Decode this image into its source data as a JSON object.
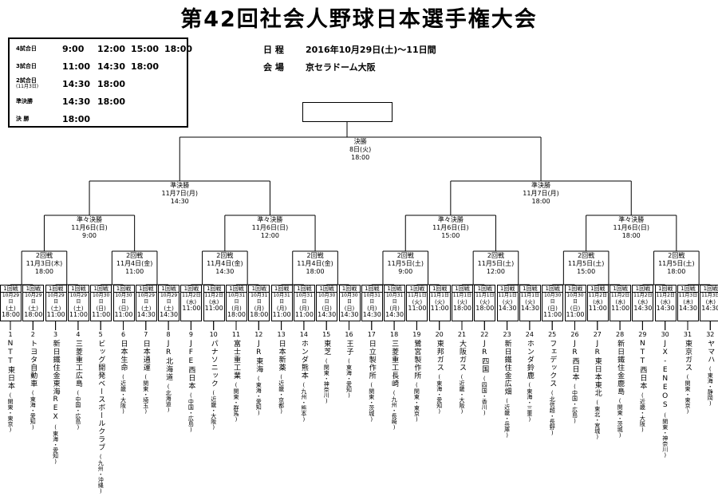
{
  "title": "第42回社会人野球日本選手権大会",
  "schedule": [
    {
      "label": "4試合日",
      "sub": "",
      "times": [
        "9:00",
        "12:00",
        "15:00",
        "18:00"
      ]
    },
    {
      "label": "3試合日",
      "sub": "",
      "times": [
        "11:00",
        "14:30",
        "18:00"
      ]
    },
    {
      "label": "2試合日",
      "sub": "(11月3日)",
      "times": [
        "14:30",
        "18:00"
      ]
    },
    {
      "label": "準決勝",
      "sub": "",
      "times": [
        "14:30",
        "18:00"
      ]
    },
    {
      "label": "決 勝",
      "sub": "",
      "times": [
        "18:00"
      ]
    }
  ],
  "info": {
    "date_label": "日 程",
    "date_value": "2016年10月29日(土)～11日間",
    "venue_label": "会 場",
    "venue_value": "京セラドーム大阪"
  },
  "final": {
    "name": "決勝",
    "date": "8日(火)",
    "time": "18:00"
  },
  "semifinals": [
    {
      "name": "準決勝",
      "date": "11月7日(月)",
      "time": "14:30"
    },
    {
      "name": "準決勝",
      "date": "11月7日(月)",
      "time": "18:00"
    }
  ],
  "quarterfinals": [
    {
      "name": "準々決勝",
      "date": "11月6日(日)",
      "time": "9:00"
    },
    {
      "name": "準々決勝",
      "date": "11月6日(日)",
      "time": "12:00"
    },
    {
      "name": "準々決勝",
      "date": "11月6日(日)",
      "time": "15:00"
    },
    {
      "name": "準々決勝",
      "date": "11月6日(日)",
      "time": "18:00"
    }
  ],
  "second_round": [
    {
      "name": "2回戦",
      "date": "11月3日(木)",
      "time": "18:00"
    },
    {
      "name": "2回戦",
      "date": "11月4日(金)",
      "time": "11:00"
    },
    {
      "name": "2回戦",
      "date": "11月4日(金)",
      "time": "14:30"
    },
    {
      "name": "2回戦",
      "date": "11月4日(金)",
      "time": "18:00"
    },
    {
      "name": "2回戦",
      "date": "11月5日(土)",
      "time": "9:00"
    },
    {
      "name": "2回戦",
      "date": "11月5日(土)",
      "time": "12:00"
    },
    {
      "name": "2回戦",
      "date": "11月5日(土)",
      "time": "15:00"
    },
    {
      "name": "2回戦",
      "date": "11月5日(土)",
      "time": "18:00"
    }
  ],
  "first_round": [
    {
      "name": "1回戦",
      "date": "10月29日",
      "day": "(土)",
      "time": "18:00"
    },
    {
      "name": "1回戦",
      "date": "10月29日",
      "day": "(土)",
      "time": "11:00"
    },
    {
      "name": "1回戦",
      "date": "10月30日",
      "day": "(日)",
      "time": "11:00"
    },
    {
      "name": "1回戦",
      "date": "10月29日",
      "day": "(土)",
      "time": "14:30"
    },
    {
      "name": "1回戦",
      "date": "11月2日",
      "day": "(水)",
      "time": "11:00"
    },
    {
      "name": "1回戦",
      "date": "10月31日",
      "day": "(月)",
      "time": "18:00"
    },
    {
      "name": "1回戦",
      "date": "10月31日",
      "day": "(月)",
      "time": "11:00"
    },
    {
      "name": "1回戦",
      "date": "10月30日",
      "day": "(日)",
      "time": "14:30"
    },
    {
      "name": "1回戦",
      "date": "10月31日",
      "day": "(月)",
      "time": "14:30"
    },
    {
      "name": "1回戦",
      "date": "11月1日",
      "day": "(火)",
      "time": "11:00"
    },
    {
      "name": "1回戦",
      "date": "11月1日",
      "day": "(火)",
      "time": "18:00"
    },
    {
      "name": "1回戦",
      "date": "11月1日",
      "day": "(火)",
      "time": "14:30"
    },
    {
      "name": "1回戦",
      "date": "10月30日",
      "day": "(日)",
      "time": "11:00"
    },
    {
      "name": "1回戦",
      "date": "11月2日",
      "day": "(水)",
      "time": "11:00"
    },
    {
      "name": "1回戦",
      "date": "11月2日",
      "day": "(水)",
      "time": "14:30"
    },
    {
      "name": "1回戦",
      "date": "11月3日",
      "day": "(木)",
      "time": "14:30"
    }
  ],
  "teams": [
    {
      "num": "1",
      "name": "NTT東日本",
      "region": "(関東・東京)"
    },
    {
      "num": "2",
      "name": "トヨタ自動車",
      "region": "(東海・愛知)"
    },
    {
      "num": "3",
      "name": "新日鐵住金東海REX",
      "region": "(東海・愛知)"
    },
    {
      "num": "4",
      "name": "三菱重工広島",
      "region": "(中国・広島)"
    },
    {
      "num": "5",
      "name": "ビッグ開発ベースボールクラブ",
      "region": "(九州・沖縄)"
    },
    {
      "num": "6",
      "name": "日本生命",
      "region": "(近畿・大阪)"
    },
    {
      "num": "7",
      "name": "日本通運",
      "region": "(関東・埼玉)"
    },
    {
      "num": "8",
      "name": "JR北海道",
      "region": "(北海道)"
    },
    {
      "num": "9",
      "name": "JFE西日本",
      "region": "(中国・広島)"
    },
    {
      "num": "10",
      "name": "パナソニック",
      "region": "(近畿・大阪)"
    },
    {
      "num": "11",
      "name": "富士重工業",
      "region": "(関東・群馬)"
    },
    {
      "num": "12",
      "name": "JR東海",
      "region": "(東海・愛知)"
    },
    {
      "num": "13",
      "name": "日本新薬",
      "region": "(近畿・京都)"
    },
    {
      "num": "14",
      "name": "ホンダ熊本",
      "region": "(九州・熊本)"
    },
    {
      "num": "15",
      "name": "東芝",
      "region": "(関東・神奈川)"
    },
    {
      "num": "16",
      "name": "王子",
      "region": "(東海・愛知)"
    },
    {
      "num": "17",
      "name": "日立製作所",
      "region": "(関東・茨城)"
    },
    {
      "num": "18",
      "name": "三菱重工長崎",
      "region": "(九州・長崎)"
    },
    {
      "num": "19",
      "name": "鷺宮製作所",
      "region": "(関東・東京)"
    },
    {
      "num": "20",
      "name": "東邦ガス",
      "region": "(東海・愛知)"
    },
    {
      "num": "21",
      "name": "大阪ガス",
      "region": "(近畿・大阪)"
    },
    {
      "num": "22",
      "name": "JR四国",
      "region": "(四国・香川)"
    },
    {
      "num": "23",
      "name": "新日鐵住金広畑",
      "region": "(近畿・兵庫)"
    },
    {
      "num": "24",
      "name": "ホンダ鈴鹿",
      "region": "(東海・三重)"
    },
    {
      "num": "25",
      "name": "フェデックス",
      "region": "(北信越・長野)"
    },
    {
      "num": "26",
      "name": "JR西日本",
      "region": "(中国・広島)"
    },
    {
      "num": "27",
      "name": "JR東日本東北",
      "region": "(東北・宮城)"
    },
    {
      "num": "28",
      "name": "新日鐵住金鹿島",
      "region": "(関東・茨城)"
    },
    {
      "num": "29",
      "name": "NTT西日本",
      "region": "(近畿・大阪)"
    },
    {
      "num": "30",
      "name": "JX-ENEOS",
      "region": "(関東・神奈川)"
    },
    {
      "num": "31",
      "name": "東京ガス",
      "region": "(関東・東京)"
    },
    {
      "num": "32",
      "name": "ヤマハ",
      "region": "(東海・静岡)"
    }
  ]
}
